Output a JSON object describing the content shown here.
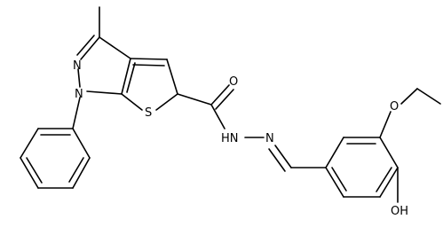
{
  "molecule": {
    "atoms": {
      "n_pyrazole": "N",
      "n_phenyl": "N",
      "s_thiophene": "S",
      "o_carbonyl": "O",
      "hn_amide": "HN",
      "n_imine": "N",
      "o_ethoxy": "O",
      "oh_phenol": "OH"
    }
  }
}
